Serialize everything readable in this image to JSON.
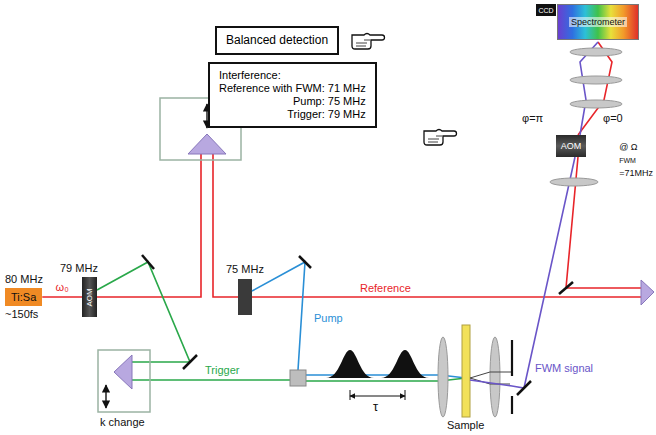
{
  "diagram": {
    "nodes": [
      {
        "text": [
          "Ti:Sa",
          "~150fs"
        ]
      },
      {
        "text": [
          "AOM"
        ]
      },
      {
        "text": [
          "AOM"
        ]
      },
      {
        "text": [
          "CCD"
        ]
      },
      {
        "text": [
          "Spectrometer"
        ]
      },
      {
        "text": [
          "Balanced detection"
        ]
      },
      {
        "text": [
          "Interference:",
          "Reference with FWM: 71 MHz",
          "Pump: 75 MHz",
          "Trigger: 79 MHz"
        ]
      }
    ],
    "edges": [
      {
        "from": 0,
        "to": 1,
        "arrow": "none",
        "label": "ω₀"
      }
    ],
    "labels": [
      "80 MHz",
      "79 MHz",
      "75 MHz",
      "Reference",
      "Pump",
      "Trigger",
      "k change",
      "τ",
      "Sample",
      "FWM signal",
      "φ=π",
      "φ=0",
      "@ Ω",
      "FWM",
      "=71MHz"
    ]
  }
}
